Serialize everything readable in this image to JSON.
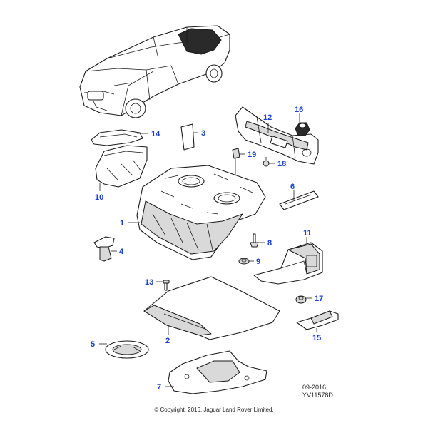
{
  "callouts": {
    "c1": "1",
    "c2": "2",
    "c3": "3",
    "c4": "4",
    "c5": "5",
    "c6": "6",
    "c7": "7",
    "c8": "8",
    "c9": "9",
    "c10": "10",
    "c11": "11",
    "c12": "12",
    "c13": "13",
    "c14": "14",
    "c15": "15",
    "c16": "16",
    "c17": "17",
    "c18": "18",
    "c19": "19"
  },
  "footer": {
    "date": "09-2016",
    "code": "YV11578D",
    "copyright": "© Copyright, 2016. Jaguar Land Rover Limited."
  },
  "colors": {
    "callout": "#1c3fd0",
    "line": "#1a1a1a",
    "shade": "#d9d9d9"
  }
}
